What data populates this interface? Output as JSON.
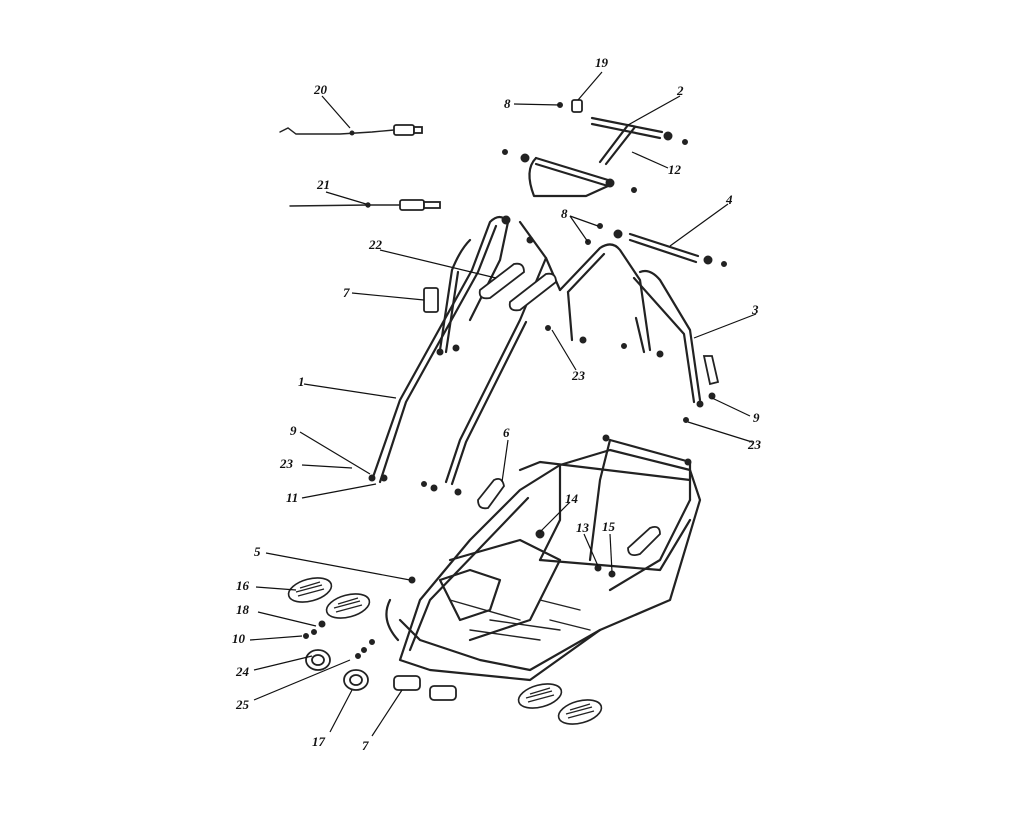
{
  "callouts": {
    "c1": "1",
    "c2": "2",
    "c3": "3",
    "c4": "4",
    "c5": "5",
    "c6": "6",
    "c7a": "7",
    "c7b": "7",
    "c8a": "8",
    "c8b": "8",
    "c9a": "9",
    "c9b": "9",
    "c10": "10",
    "c11": "11",
    "c12": "12",
    "c13": "13",
    "c14": "14",
    "c15": "15",
    "c16": "16",
    "c17": "17",
    "c18": "18",
    "c19": "19",
    "c20": "20",
    "c21": "21",
    "c22": "22",
    "c23a": "23",
    "c23b": "23",
    "c23c": "23",
    "c24": "24",
    "c25": "25"
  },
  "colors": {
    "line": "#222222",
    "background": "#ffffff"
  }
}
